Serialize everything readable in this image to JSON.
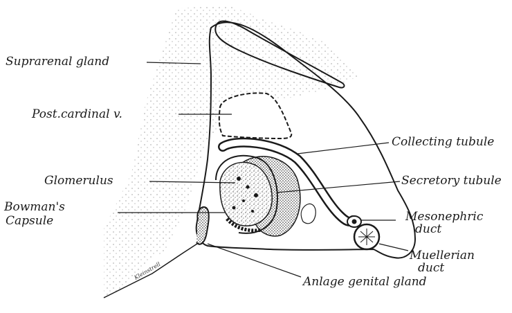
{
  "figure": {
    "labels": {
      "suprarenal_gland": "Suprarenal gland",
      "post_cardinal_v": "Post.cardinal v.",
      "glomerulus": "Glomerulus",
      "bowmans_capsule_line1": "Bowman's",
      "bowmans_capsule_line2": "Capsule",
      "collecting_tubule": "Collecting tubule",
      "secretory_tubule": "Secretory tubule",
      "mesonephric_duct_line1": "Mesonephric",
      "mesonephric_duct_line2": "duct",
      "muellerian_duct_line1": "Muellerian",
      "muellerian_duct_line2": "duct",
      "anlage_genital_gland": "Anlage genital gland"
    },
    "signature": "Kleinstrell",
    "colors": {
      "ink": "#1a1a1a",
      "paper": "#ffffff",
      "stipple": "#555555"
    }
  }
}
